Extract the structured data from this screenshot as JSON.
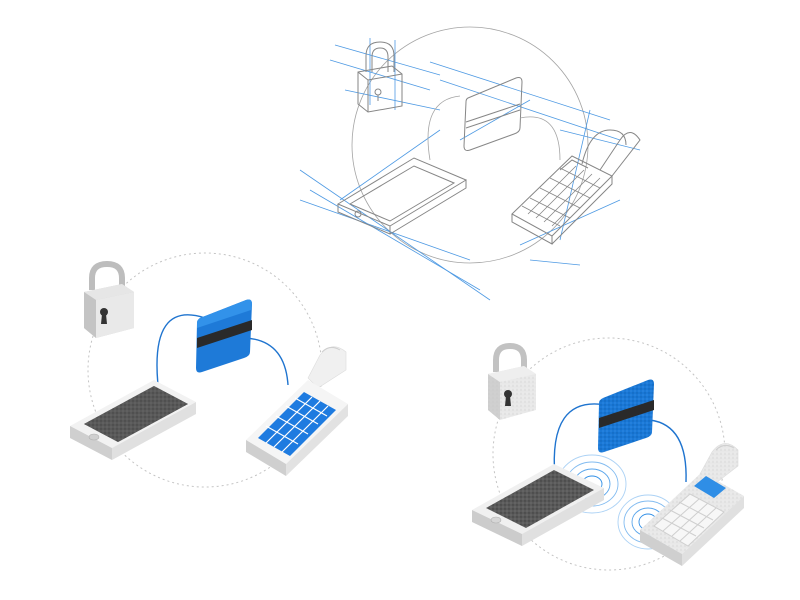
{
  "scene": {
    "background": "#ffffff",
    "colors": {
      "blueprint": "#3b8fe0",
      "outline": "#6f6f6f",
      "dotted": "#c4c4c4",
      "card_blue": "#1a78d6",
      "card_blue_light": "#2f8ee6",
      "card_stripe": "#2d2d2d",
      "phone_screen": "#4a4a4a",
      "phone_body": "#e6e6e6",
      "lock_body": "#cfcfcf",
      "keypad_blue": "#1e7be0",
      "wire": "#1f74cf",
      "nfc_ring": "#2f8ee6"
    }
  },
  "illustrations": [
    {
      "name": "blueprint-sketch",
      "style": "wireframe",
      "icons": [
        "padlock-icon",
        "payment-card-icon",
        "smartphone-icon",
        "card-terminal-icon"
      ]
    },
    {
      "name": "flat-render",
      "style": "flat",
      "icons": [
        "padlock-icon",
        "payment-card-icon",
        "smartphone-icon",
        "card-terminal-icon"
      ]
    },
    {
      "name": "textured-render",
      "style": "textured-nfc",
      "icons": [
        "padlock-icon",
        "payment-card-icon",
        "smartphone-icon",
        "card-terminal-icon",
        "nfc-waves-icon"
      ]
    }
  ]
}
